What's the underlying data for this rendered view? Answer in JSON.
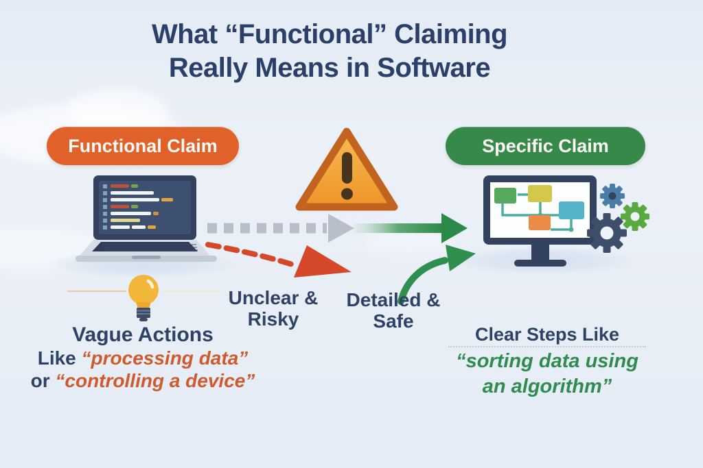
{
  "title": {
    "line1": "What “Functional” Claiming",
    "line2": "Really Means in Software"
  },
  "functional_side": {
    "badge_label": "Functional Claim",
    "laptop_icon": "laptop-code-icon",
    "bulb_icon": "lightbulb-icon",
    "heading": "Vague Actions",
    "example_line1_prefix": "Like ",
    "example_line1_quote": "“processing data”",
    "example_line2_prefix": "or ",
    "example_line2_quote": "“controlling a device”"
  },
  "specific_side": {
    "badge_label": "Specific Claim",
    "monitor_icon": "monitor-flowchart-icon",
    "gears_icon": "gears-icon",
    "heading": "Clear Steps Like",
    "example_line1": "“sorting data using",
    "example_line2": "an algorithm”"
  },
  "center": {
    "warning_icon": "warning-triangle-icon",
    "risky_label_line1": "Unclear &",
    "risky_label_line2": "Risky",
    "safe_label_line1": "Detailed &",
    "safe_label_line2": "Safe"
  },
  "colors": {
    "background": "#e8eef6",
    "title_text": "#2b4069",
    "functional_badge": "#e0622a",
    "specific_badge": "#37894a",
    "warning_fill_top": "#f7bb52",
    "warning_fill_bottom": "#ee9428",
    "warning_border": "#c2641f",
    "neutral_arrow": "#b9bfca",
    "safe_arrow": "#2b8a49",
    "risky_arrow": "#d5492a",
    "vague_quote_text": "#cf5a2e",
    "clear_quote_text": "#2f8c4e"
  }
}
